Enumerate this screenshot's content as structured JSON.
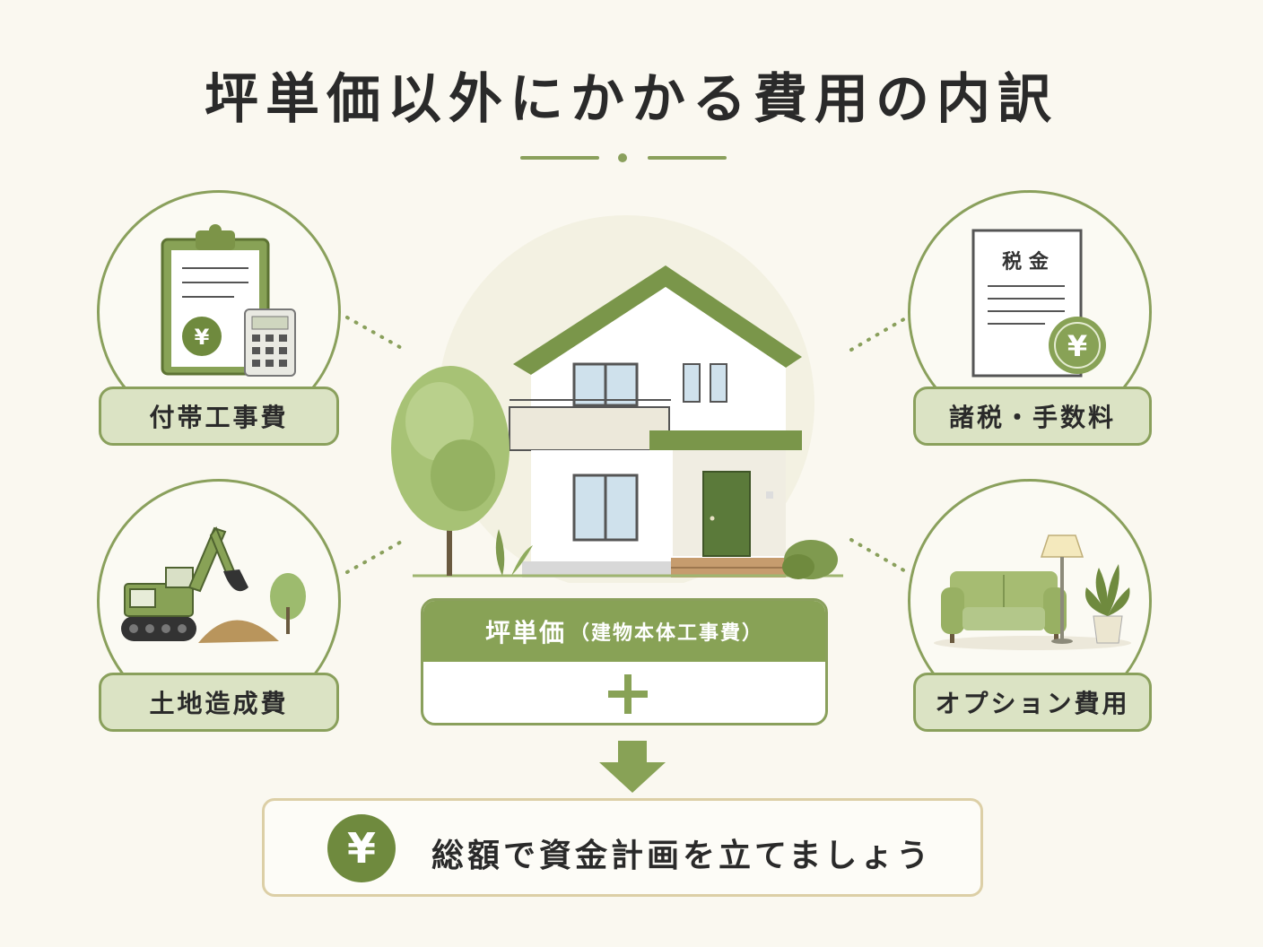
{
  "title": "坪単価以外にかかる費用の内訳",
  "items": {
    "top_left": {
      "label": "付帯工事費",
      "icon": "clipboard-calculator-icon"
    },
    "bottom_left": {
      "label": "土地造成費",
      "icon": "excavator-icon"
    },
    "top_right": {
      "label": "諸税・手数料",
      "icon": "tax-document-icon",
      "doc_text": "税 金"
    },
    "bottom_right": {
      "label": "オプション費用",
      "icon": "sofa-lamp-plant-icon"
    }
  },
  "center": {
    "icon": "house-icon",
    "formula_head": "坪単価",
    "formula_sub": "（建物本体工事費）",
    "plus": "+"
  },
  "total": {
    "yen": "¥",
    "text": "総額で資金計画を立てましょう"
  },
  "yen_symbol": "¥",
  "colors": {
    "primary": "#88a256",
    "dark_green": "#6f8a3e",
    "pill_fill": "#dbe3c4",
    "background": "#faf8f0",
    "total_border": "#dccfa6"
  }
}
